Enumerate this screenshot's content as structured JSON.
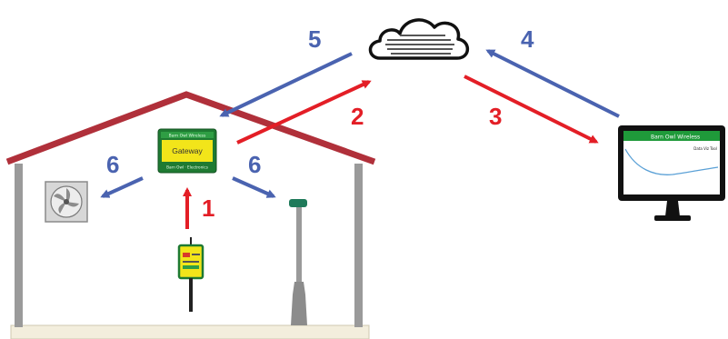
{
  "gateway": {
    "header_text": "Barn Owl Wireless",
    "label": "Gateway",
    "footer_text": "Barn Owl · Electronics"
  },
  "monitor": {
    "title": "Barn Owl Wireless",
    "subtitle": "Data Viz Tool"
  },
  "steps": [
    {
      "number": "1",
      "color": "#e31e26"
    },
    {
      "number": "2",
      "color": "#e31e26"
    },
    {
      "number": "3",
      "color": "#e31e26"
    },
    {
      "number": "4",
      "color": "#4a63b0"
    },
    {
      "number": "5",
      "color": "#4a63b0"
    },
    {
      "number": "6",
      "color": "#4a63b0"
    },
    {
      "number": "6",
      "color": "#4a63b0"
    }
  ],
  "colors": {
    "roof": "#b0303a",
    "wall": "#9a9a9a",
    "red_arrow": "#e31e26",
    "blue_arrow": "#4a63b0",
    "gateway_green": "#2f9e44",
    "gateway_yellow": "#f2e51a",
    "monitor_header": "#1f9a3a",
    "chart_line": "#5aa0d6"
  }
}
